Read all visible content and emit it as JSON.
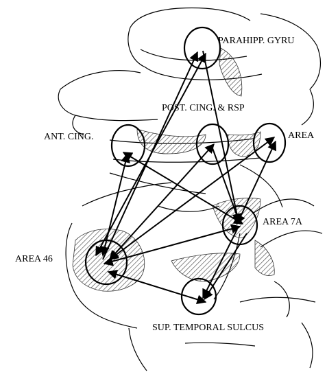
{
  "labels": {
    "parahippocampal": "PARAHIPP. GYRU",
    "post_cing_rsp": "POST. CING. & RSP",
    "ant_cing": "ANT. CING.",
    "area_7b": "AREA",
    "area_7a": "AREA 7A",
    "area_46": "AREA 46",
    "sts": "SUP. TEMPORAL SULCUS"
  },
  "colors": {
    "ink": "#000000",
    "hatch": "#555555",
    "background": "#ffffff"
  },
  "connections": [
    [
      "area-46",
      "parahippocampal"
    ],
    [
      "area-46",
      "post-cing"
    ],
    [
      "area-46",
      "area-7b"
    ],
    [
      "area-46",
      "area-7a"
    ],
    [
      "area-46",
      "ant-cing"
    ],
    [
      "area-46",
      "sts"
    ],
    [
      "ant-cing",
      "area-7a"
    ],
    [
      "post-cing",
      "area-7a"
    ],
    [
      "parahippocampal",
      "area-7a"
    ],
    [
      "area-7b",
      "area-7a"
    ],
    [
      "area-7a",
      "sts"
    ],
    [
      "area-7b",
      "sts"
    ]
  ]
}
